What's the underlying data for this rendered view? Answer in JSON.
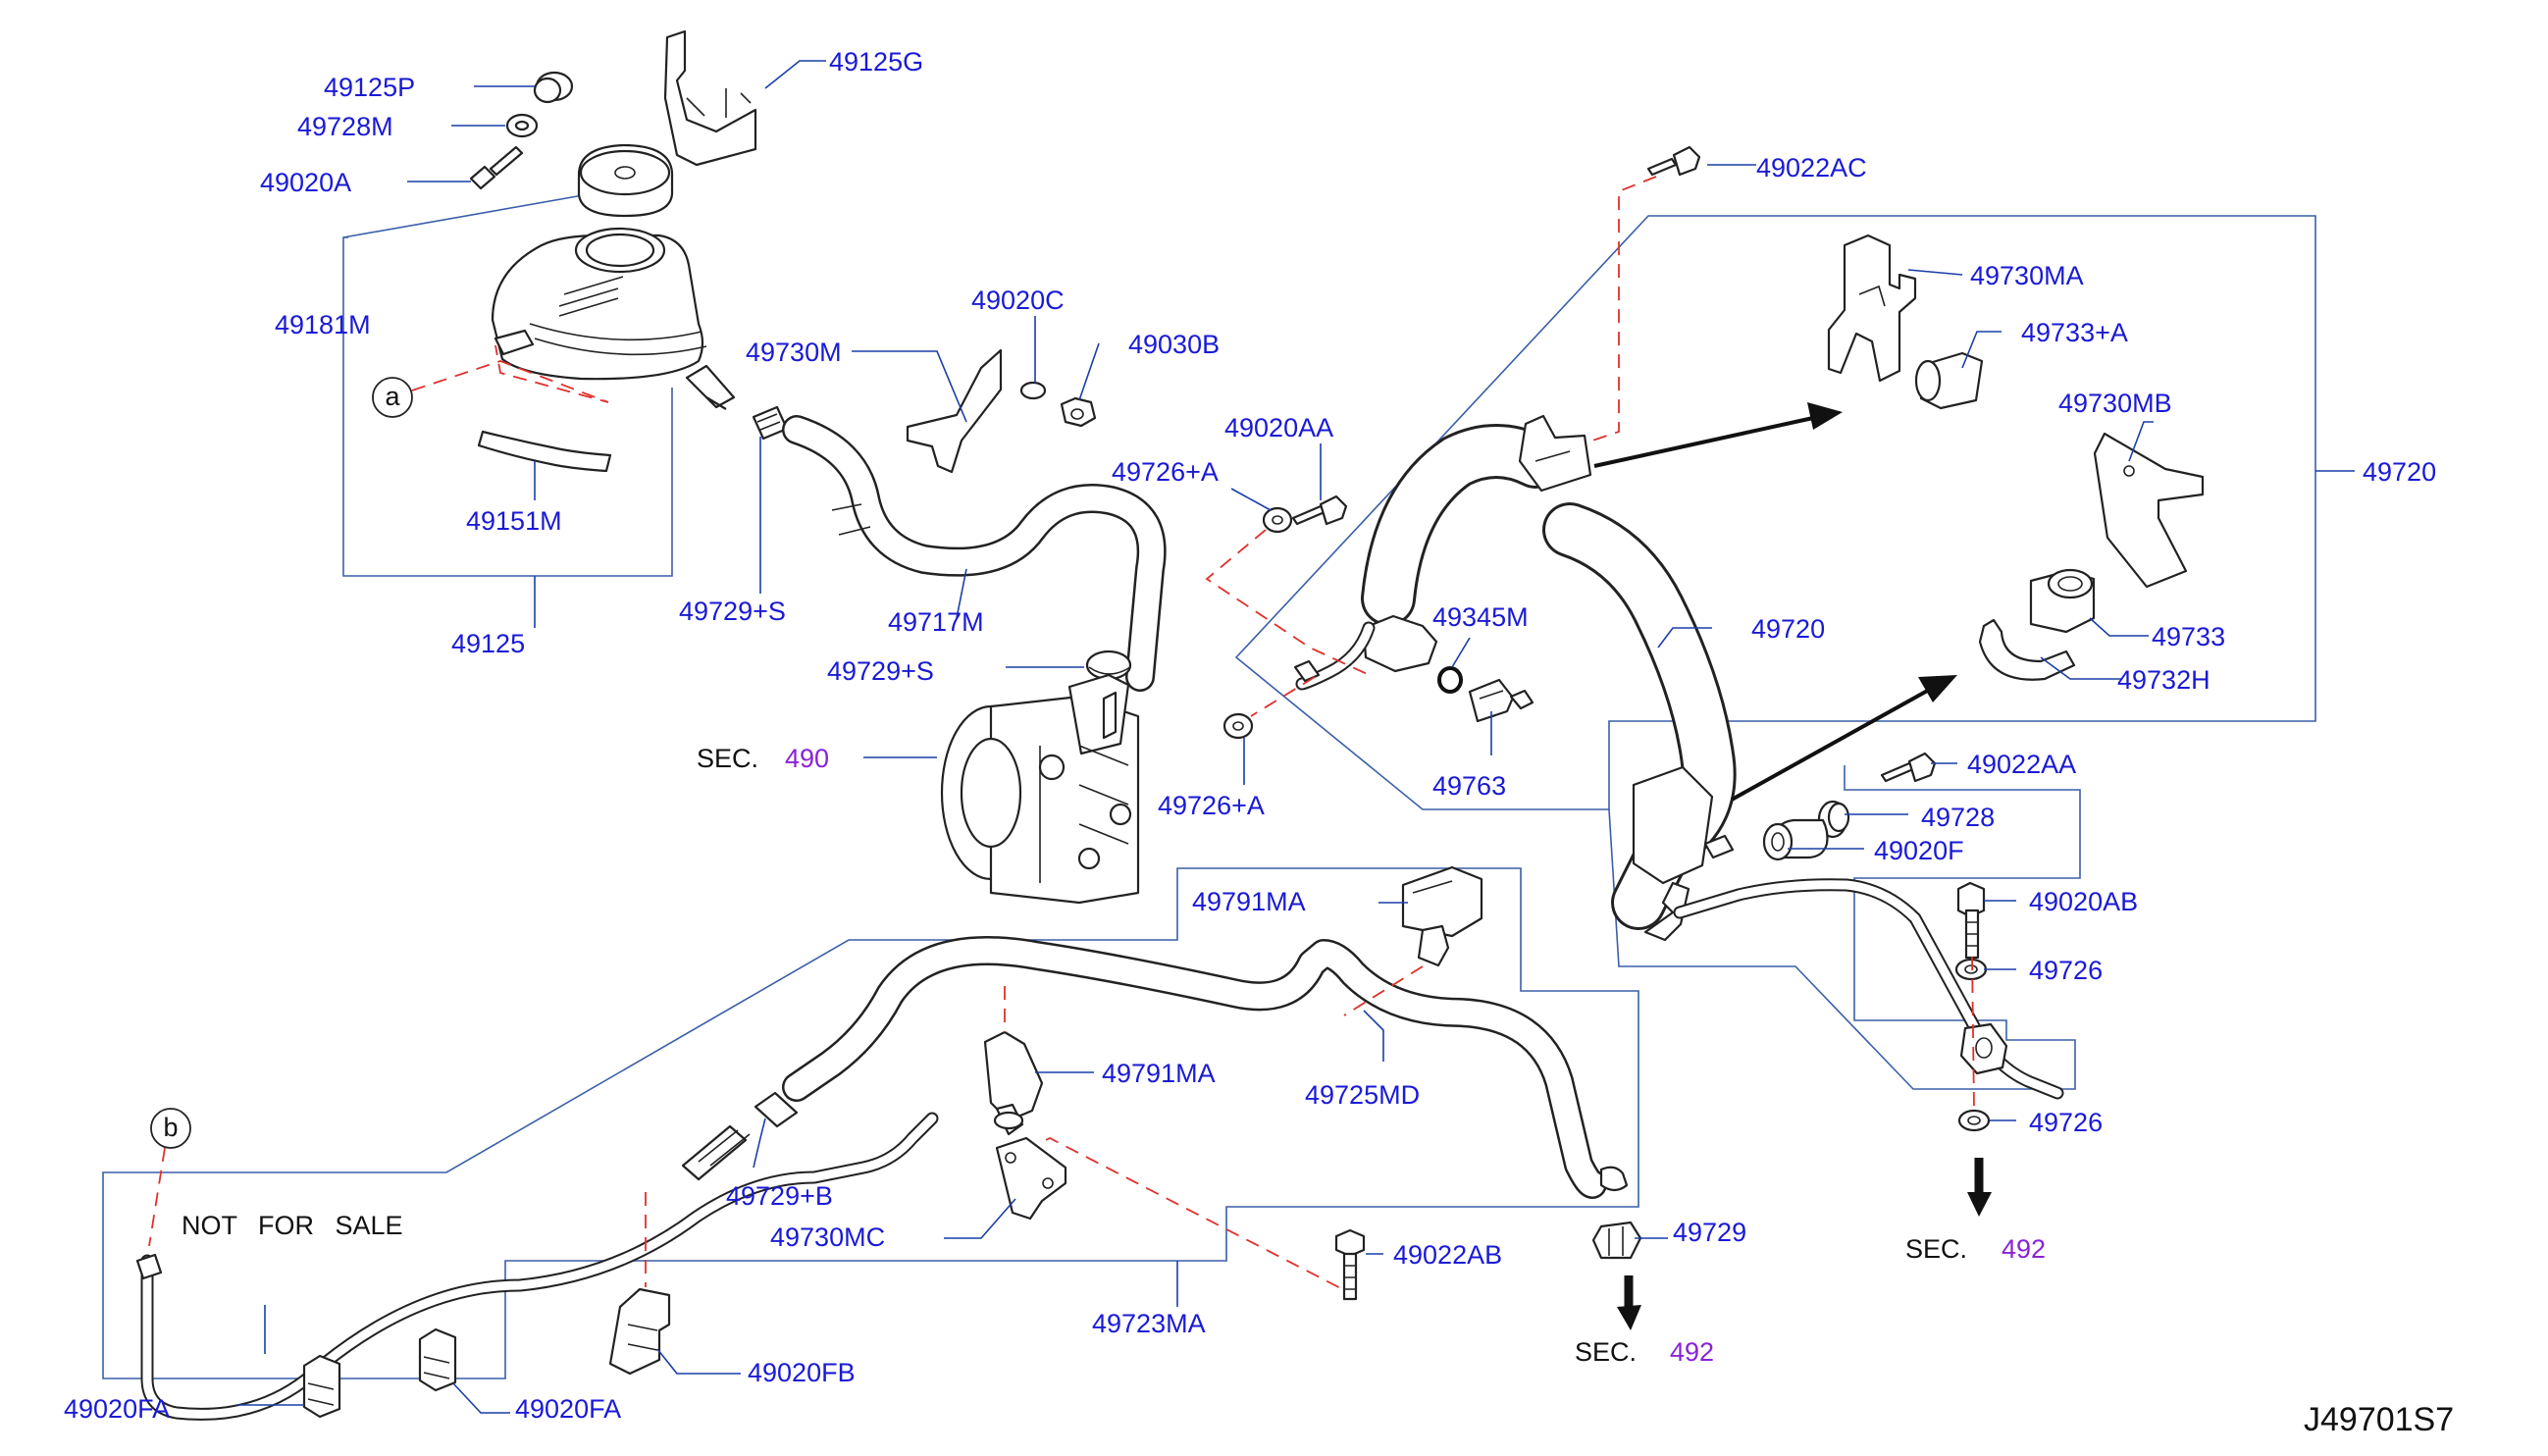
{
  "diagram_code": "J49701S7",
  "note": "NOT FOR SALE",
  "section_prefix": "SEC.",
  "sections": {
    "pump": "490",
    "gear_top": "492",
    "gear_bottom": "492"
  },
  "callouts": {
    "a": "a",
    "b": "b"
  },
  "labels": {
    "p49125P": "49125P",
    "p49728M": "49728M",
    "p49020A": "49020A",
    "p49125G": "49125G",
    "p49181M": "49181M",
    "p49151M": "49151M",
    "p49125": "49125",
    "p49730M": "49730M",
    "p49729S_upper": "49729+S",
    "p49717M": "49717M",
    "p49729S_pump": "49729+S",
    "p49020C": "49020C",
    "p49030B": "49030B",
    "p49020AA": "49020AA",
    "p49726A_upper": "49726+A",
    "p49726A_lower": "49726+A",
    "p49345M": "49345M",
    "p49763": "49763",
    "p49022AC": "49022AC",
    "p49730MA": "49730MA",
    "p49733A": "49733+A",
    "p49730MB": "49730MB",
    "p49720_right": "49720",
    "p49720_hose": "49720",
    "p49733": "49733",
    "p49732H": "49732H",
    "p49022AA": "49022AA",
    "p49728": "49728",
    "p49020F": "49020F",
    "p49020AB": "49020AB",
    "p49726_upper": "49726",
    "p49726_lower": "49726",
    "p49791MA_top": "49791MA",
    "p49791MA_mid": "49791MA",
    "p49725MD": "49725MD",
    "p49729B": "49729+B",
    "p49730MC": "49730MC",
    "p49022AB": "49022AB",
    "p49729": "49729",
    "p49723MA": "49723MA",
    "p49020FB": "49020FB",
    "p49020FA_left": "49020FA",
    "p49020FA_right": "49020FA"
  },
  "colors": {
    "label_text": "#1a1ad6",
    "section_number": "#8a22d6",
    "leader_line": "#1a3ea8",
    "phantom_line": "#e0302a",
    "part_outline": "#222222"
  }
}
